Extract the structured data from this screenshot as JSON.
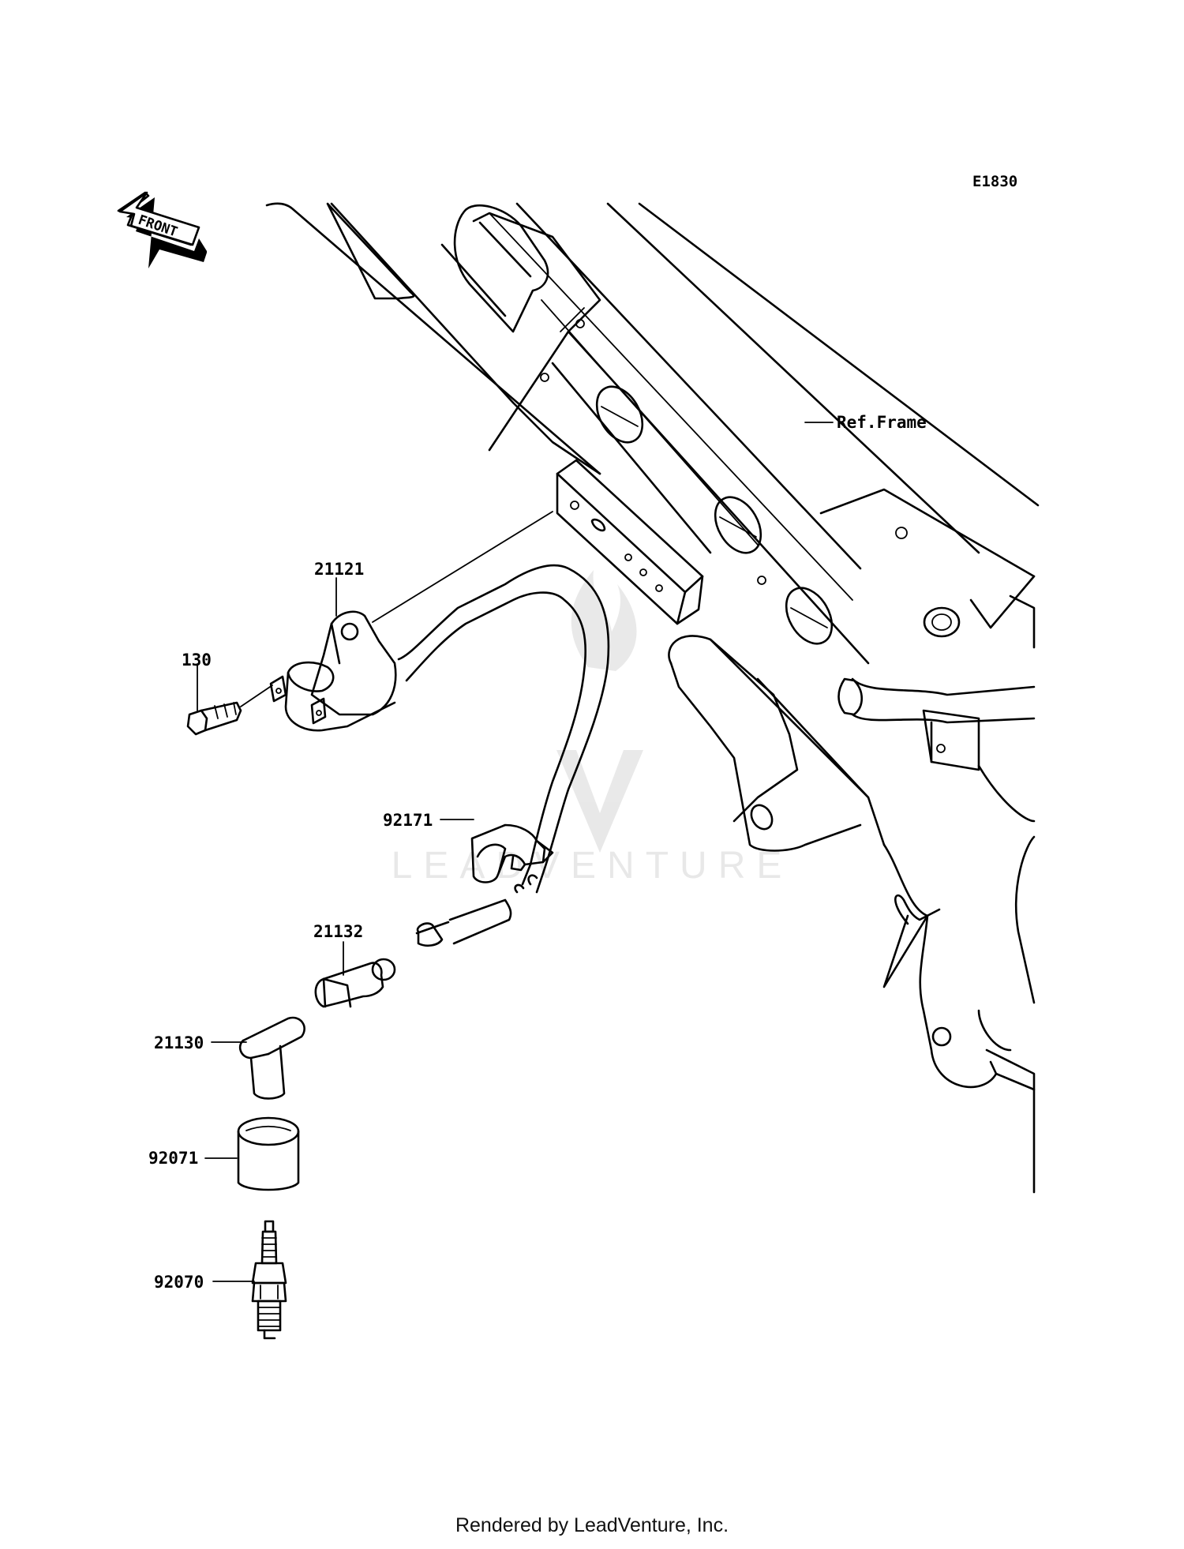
{
  "diagram_code": "E1830",
  "front_arrow_label": "FRONT",
  "ref_label": "Ref.Frame",
  "watermark": "LEADVENTURE",
  "footer": "Rendered by LeadVenture, Inc.",
  "parts": [
    {
      "id": "ignition-coil",
      "number": "21121"
    },
    {
      "id": "bolt",
      "number": "130"
    },
    {
      "id": "clamp",
      "number": "92171"
    },
    {
      "id": "cap-adapter",
      "number": "21132"
    },
    {
      "id": "plug-cap",
      "number": "21130"
    },
    {
      "id": "boot",
      "number": "92071"
    },
    {
      "id": "spark-plug",
      "number": "92070"
    }
  ]
}
